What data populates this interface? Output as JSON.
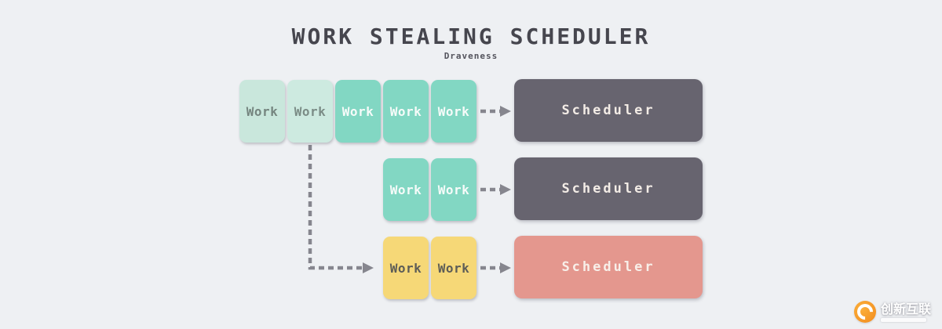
{
  "title": "WORK STEALING SCHEDULER",
  "subtitle": "Draveness",
  "colors": {
    "background": "#eef0f3",
    "work_mint": "#c9e7dc",
    "work_teal": "#82d7c3",
    "work_yellow": "#f6d877",
    "scheduler_dark": "#67646f",
    "scheduler_salmon": "#e4978e",
    "connector_gray": "#86868e",
    "title_text": "#46464e",
    "watermark_orange": "#f28a1c"
  },
  "rows": [
    {
      "name": "row-1",
      "work_items": [
        {
          "label": "Work",
          "variant": "mint"
        },
        {
          "label": "Work",
          "variant": "mint"
        },
        {
          "label": "Work",
          "variant": "teal"
        },
        {
          "label": "Work",
          "variant": "teal"
        },
        {
          "label": "Work",
          "variant": "teal"
        }
      ],
      "scheduler": {
        "label": "Scheduler",
        "variant": "dark"
      }
    },
    {
      "name": "row-2",
      "work_items": [
        {
          "label": "Work",
          "variant": "teal"
        },
        {
          "label": "Work",
          "variant": "teal"
        }
      ],
      "scheduler": {
        "label": "Scheduler",
        "variant": "dark"
      }
    },
    {
      "name": "row-3",
      "work_items": [
        {
          "label": "Work",
          "variant": "yellow"
        },
        {
          "label": "Work",
          "variant": "yellow"
        }
      ],
      "scheduler": {
        "label": "Scheduler",
        "variant": "salmon"
      }
    }
  ],
  "connectors": {
    "description": "dashed gray arrows from work queues to schedulers; dashed steal path from row-1 second work item down to row-3 queue"
  },
  "watermark": {
    "text": "创新互联"
  }
}
